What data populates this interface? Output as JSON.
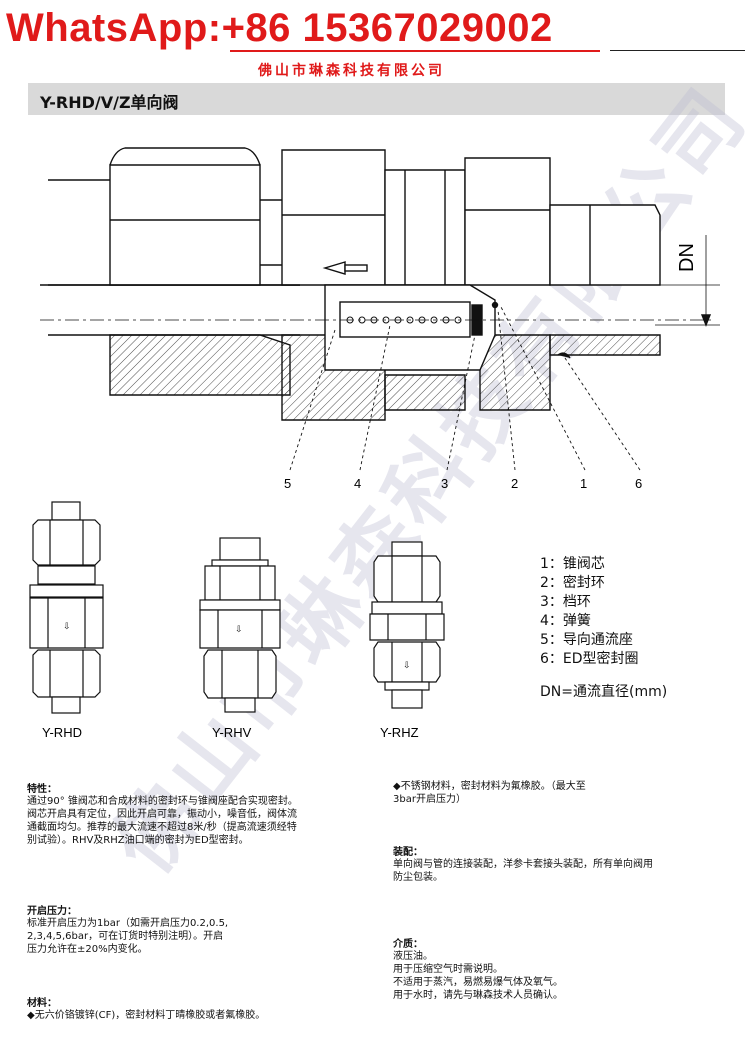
{
  "header": {
    "whatsapp": "WhatsApp:+86 15367029002",
    "company": "佛山市琳森科技有限公司"
  },
  "title": "Y-RHD/V/Z单向阀",
  "drawing": {
    "dn_label": "DN",
    "callouts": [
      "5",
      "4",
      "3",
      "2",
      "1",
      "6"
    ]
  },
  "variants": [
    "Y-RHD",
    "Y-RHV",
    "Y-RHZ"
  ],
  "parts": [
    "1：锥阀芯",
    "2：密封环",
    "3：档环",
    "4：弹簧",
    "5：导向通流座",
    "6：ED型密封圈"
  ],
  "dn_note": "DN=通流直径(mm)",
  "watermark": "佛山市琳森科技有限公司",
  "features": {
    "heading": "特性：",
    "lines": [
      "通过90° 锥阀芯和合成材料的密封环与锥阀座配合实现密封。",
      "阀芯开启具有定位，因此开启可靠，振动小，噪音低，阀体流",
      "通截面均匀。推荐的最大流速不超过8米/秒（提高流速须经特",
      "别试验）。RHV及RHZ油口端的密封为ED型密封。"
    ]
  },
  "cracking": {
    "heading": "开启压力：",
    "lines": [
      "标准开启压力为1bar（如需开启压力0.2,0.5,",
      "2,3,4,5,6bar，可在订货时特别注明）。开启",
      "压力允许在±20%内变化。"
    ]
  },
  "material": {
    "heading": "材料：",
    "lines": [
      "◆无六价铬镀锌(CF)，密封材料丁晴橡胶或者氟橡胶。"
    ]
  },
  "stainless": {
    "lines": [
      "◆不锈钢材料，密封材料为氟橡胶。（最大至",
      "3bar开启压力）"
    ]
  },
  "assembly": {
    "heading": "装配：",
    "lines": [
      "单向阀与管的连接装配，洋参卡套接头装配，所有单向阀用",
      "防尘包装。"
    ]
  },
  "medium": {
    "heading": "介质：",
    "lines": [
      "液压油。",
      "用于压缩空气时需说明。",
      "不适用于蒸汽，易燃易爆气体及氧气。",
      "用于水时，请先与琳森技术人员确认。"
    ]
  }
}
